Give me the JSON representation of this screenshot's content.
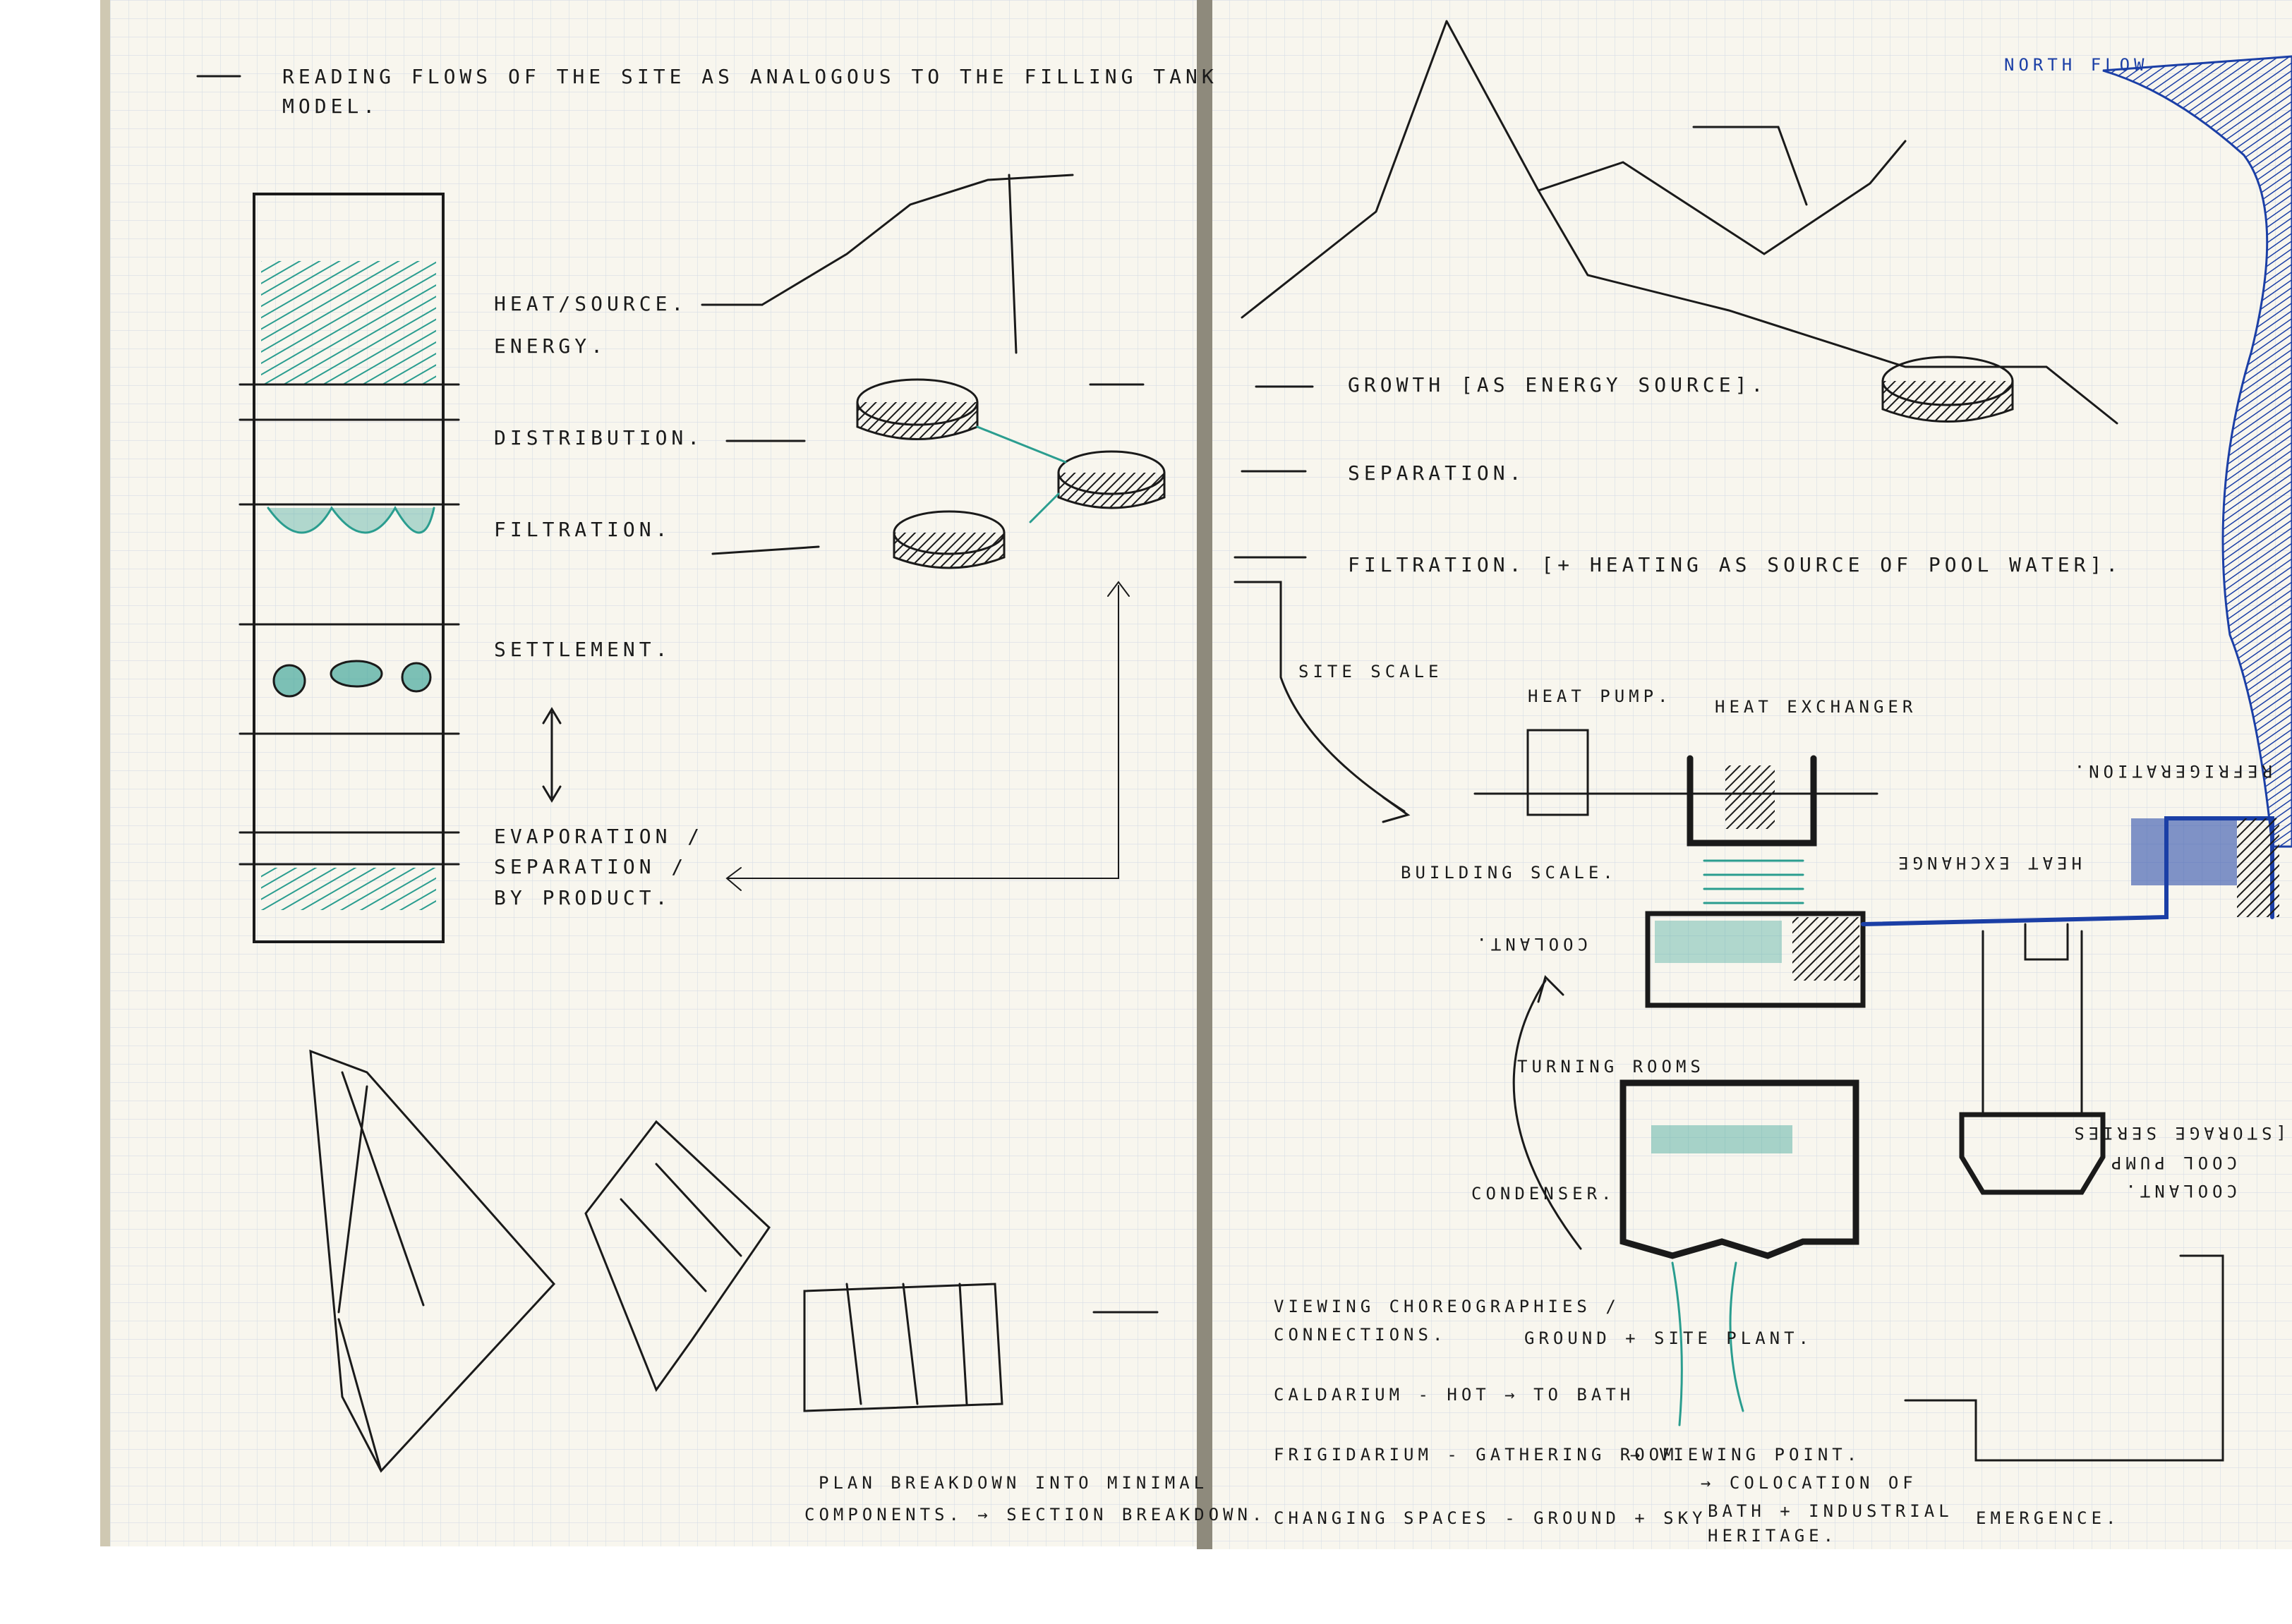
{
  "colors": {
    "background": "#ffffff",
    "paper": "#f8f6ee",
    "grid": "#d7dde6",
    "ink": "#1a1a1a",
    "teal": "#2a9d8f",
    "blue": "#1b3fa6",
    "spine_shadow": "#8e8a7c"
  },
  "left_page": {
    "header_line1": "READING FLOWS OF THE SITE AS ANALOGOUS TO THE FILLING TANK",
    "header_line2": "MODEL.",
    "labels": {
      "heat_source": "HEAT/SOURCE.",
      "energy": "ENERGY.",
      "distribution": "DISTRIBUTION.",
      "filtration": "FILTRATION.",
      "settlement": "SETTLEMENT.",
      "evaporation": "EVAPORATION /",
      "separation": "SEPARATION /",
      "by_product": "BY PRODUCT."
    },
    "bottom_note_line1": "PLAN BREAKDOWN INTO MINIMAL",
    "bottom_note_line2": "COMPONENTS. → SECTION BREAKDOWN."
  },
  "right_page": {
    "top_right_label": "NORTH FLOW",
    "list": {
      "growth": "GROWTH [AS ENERGY SOURCE].",
      "separation": "SEPARATION.",
      "filtration": "FILTRATION. [+ HEATING AS SOURCE OF POOL WATER]."
    },
    "site_scale": "SITE SCALE",
    "building_scale": "BUILDING SCALE.",
    "heat_pump": "HEAT PUMP.",
    "heat_exchanger": "HEAT EXCHANGER",
    "mirrored": {
      "refrigeration": "REFRIGERATION.",
      "heat_exchange": "HEAT EXCHANGE",
      "coolant": "COOLANT.",
      "storage_series": "[STORAGE SERIES",
      "cool_pump": "COOL PUMP.",
      "coolant_2": "COOLANT."
    },
    "side_labels": {
      "turning_rooms": "TURNING ROOMS",
      "condenser": "CONDENSER."
    },
    "bottom_notes": {
      "line1": "VIEWING CHOREOGRAPHIES /",
      "line2": "CONNECTIONS.",
      "line3": "CALDARIUM - HOT → TO BATH",
      "line4": "FRIGIDARIUM - GATHERING ROOM",
      "line5": "CHANGING SPACES - GROUND + SKY",
      "ground_site": "GROUND + SITE PLANT.",
      "viewing_point": "→ VIEWING POINT.",
      "colocation": "→ COLOCATION OF",
      "bath_industrial": "BATH + INDUSTRIAL",
      "heritage": "HERITAGE.",
      "emergence": "EMERGENCE."
    }
  }
}
